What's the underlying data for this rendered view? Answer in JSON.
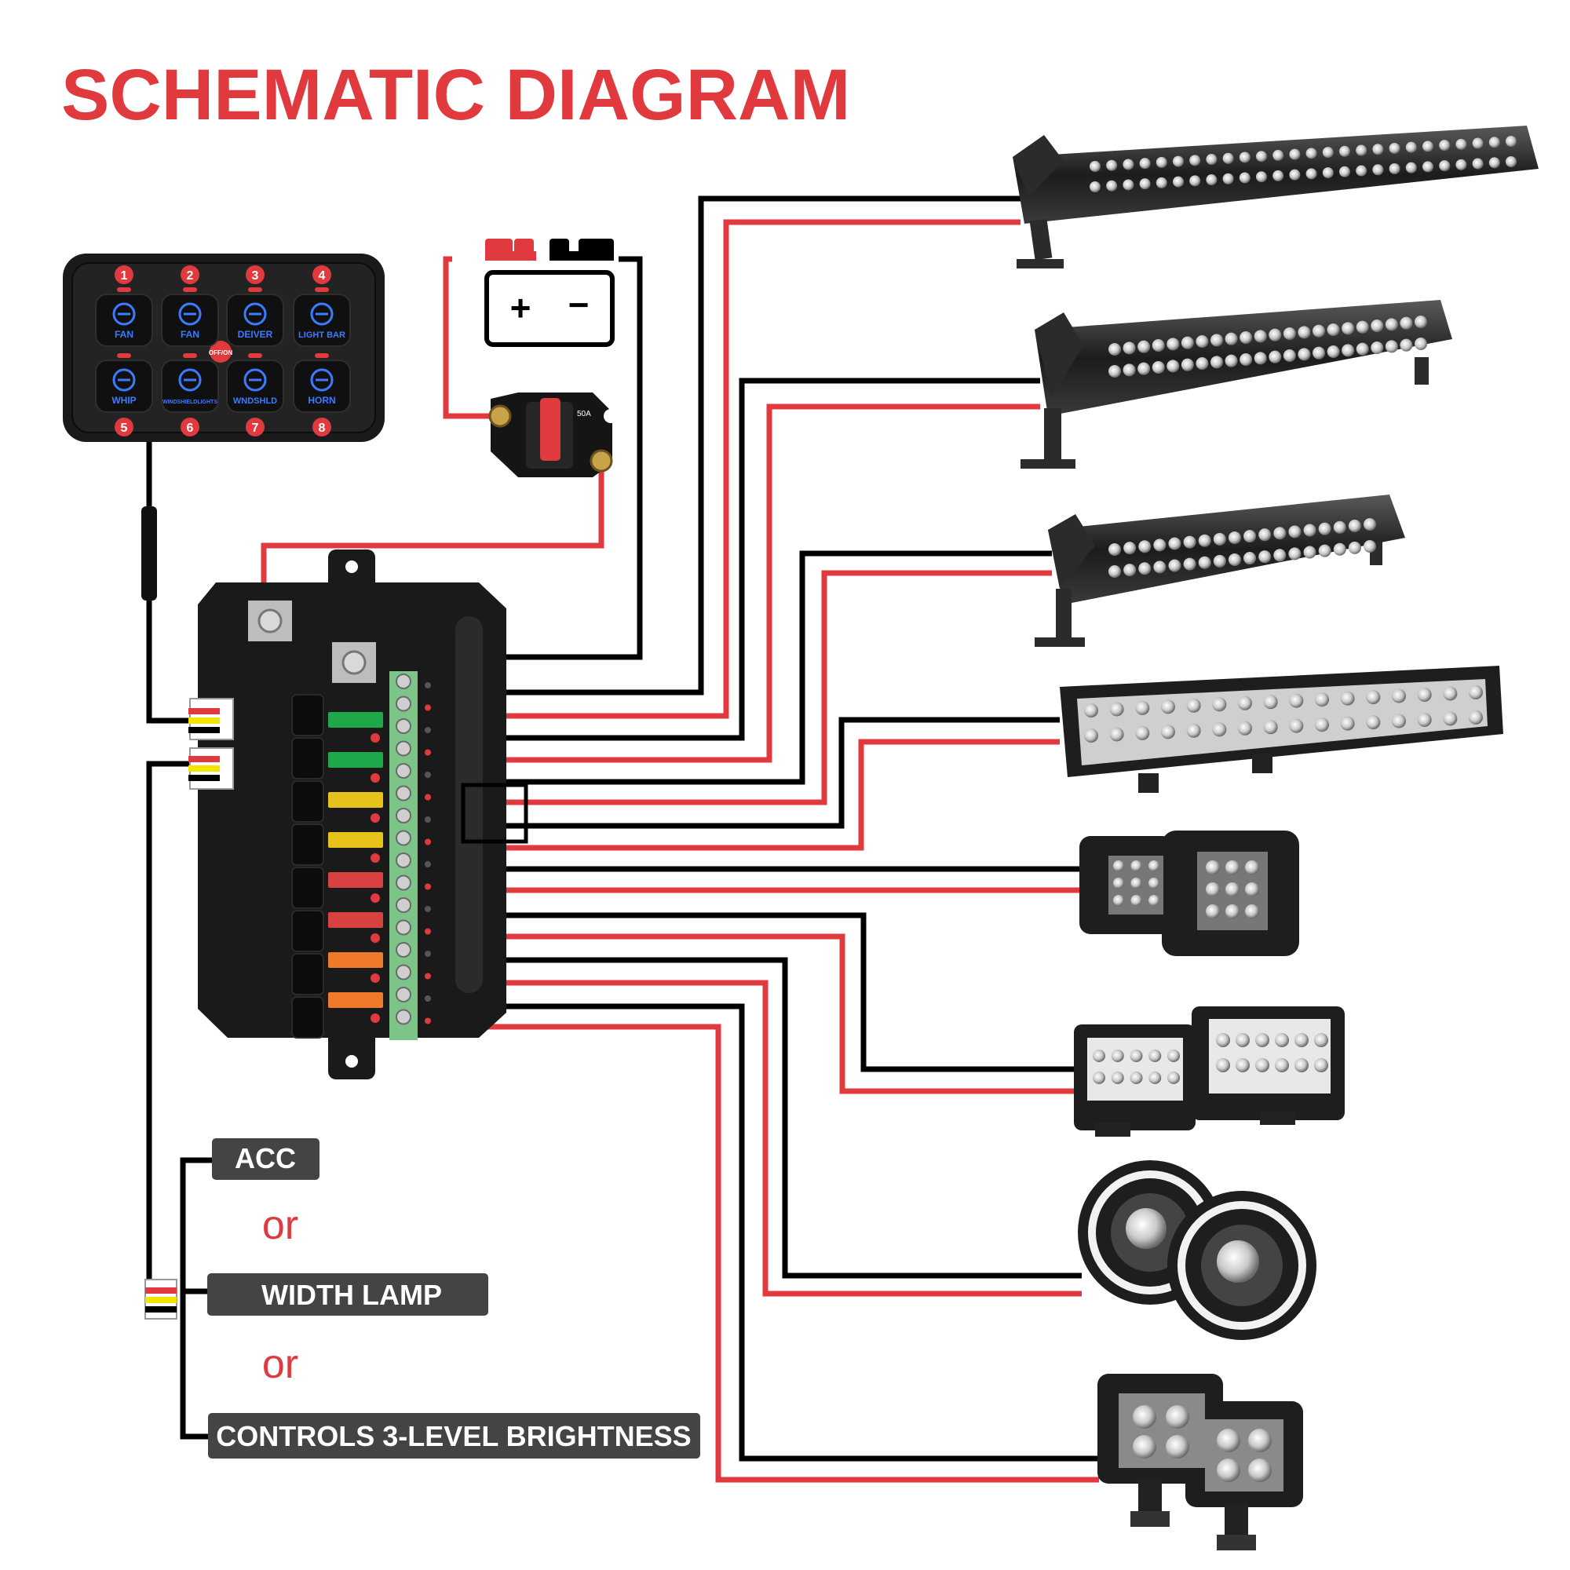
{
  "title": "SCHEMATIC DIAGRAM",
  "colors": {
    "accent": "#e0393e",
    "wire_red": "#e0393e",
    "wire_black": "#000000",
    "wire_yellow": "#f2e600",
    "panel": "#1a1a1a",
    "switch_icon": "#3b7bff",
    "label_bg": "#444444"
  },
  "switch_panel": {
    "buttons": [
      {
        "number": "1",
        "label": "FAN",
        "icon": "engine-fan-icon"
      },
      {
        "number": "2",
        "label": "FAN",
        "icon": "fan-icon"
      },
      {
        "number": "3",
        "label": "DEIVER",
        "icon": "seat-heater-icon"
      },
      {
        "number": "4",
        "label": "LIGHT BAR",
        "icon": "light-bar-icon"
      },
      {
        "number": "5",
        "label": "WHIP",
        "icon": "flag-icon"
      },
      {
        "number": "6",
        "label": "WINDSHIELDLIGHTS",
        "icon": "windshield-light-icon"
      },
      {
        "number": "7",
        "label": "WNDSHLD",
        "icon": "windshield-defrost-icon"
      },
      {
        "number": "8",
        "label": "HORN",
        "icon": "horn-icon"
      }
    ],
    "power_button": "OFF/ON"
  },
  "battery": {
    "positive": "+",
    "negative": "−"
  },
  "breaker": {
    "rating": "50A"
  },
  "fuse_box": {
    "fuse_colors": [
      "#1fa84a",
      "#1fa84a",
      "#e6c21a",
      "#e6c21a",
      "#d94040",
      "#d94040",
      "#ef7a2a",
      "#ef7a2a"
    ]
  },
  "outputs": [
    {
      "device": "long-led-light-bar"
    },
    {
      "device": "curved-led-light-bar"
    },
    {
      "device": "medium-led-light-bar"
    },
    {
      "device": "short-dual-row-light-bar"
    },
    {
      "device": "flush-mount-cube-lights"
    },
    {
      "device": "side-shooter-pod-lights"
    },
    {
      "device": "round-halo-headlights"
    },
    {
      "device": "square-led-work-lights"
    }
  ],
  "control_options": {
    "acc": "ACC",
    "or_1": "or",
    "width_lamp": "WIDTH LAMP",
    "or_2": "or",
    "brightness": "CONTROLS 3-LEVEL BRIGHTNESS"
  }
}
